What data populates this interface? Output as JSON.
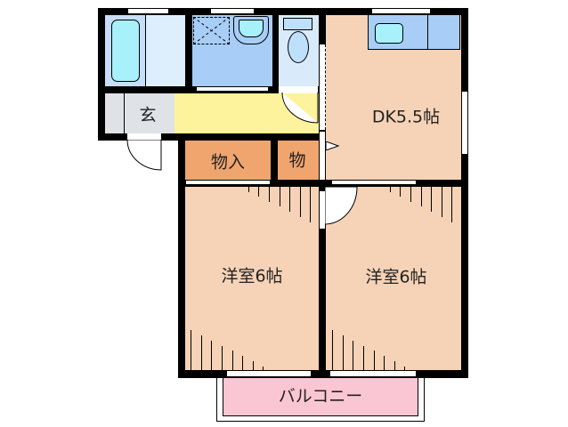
{
  "floorplan": {
    "rooms": {
      "dk": {
        "label": "DK5.5帖",
        "color": "#f6d3b7"
      },
      "western1": {
        "label": "洋室6帖",
        "color": "#f6d3b7"
      },
      "western2": {
        "label": "洋室6帖",
        "color": "#f6d3b7"
      },
      "storage1": {
        "label": "物入",
        "color": "#f0a56e"
      },
      "storage2": {
        "label": "物",
        "color": "#f0a56e"
      },
      "entrance": {
        "label": "玄",
        "color": "#dfe2e6"
      },
      "hallway": {
        "label": "",
        "color": "#fdf39c"
      },
      "bath": {
        "label": "",
        "color": "#c6defa"
      },
      "washroom": {
        "label": "",
        "color": "#a8cdf6"
      },
      "toilet": {
        "label": "",
        "color": "#d9ebfb"
      },
      "balcony": {
        "label": "バルコニー",
        "color": "#fbc6d4"
      }
    },
    "colors": {
      "wall": "#000000",
      "fixture": "#a8f0fa",
      "background": "#ffffff"
    }
  }
}
